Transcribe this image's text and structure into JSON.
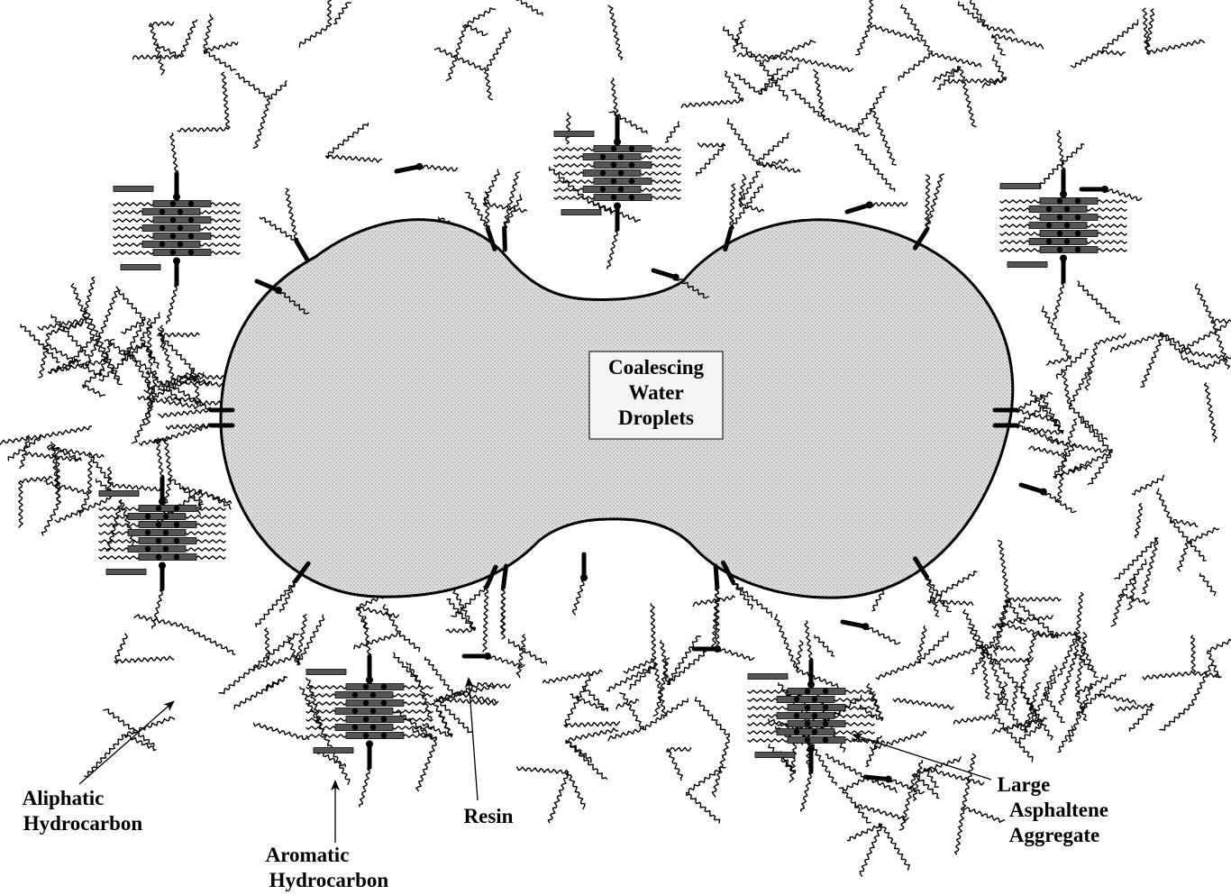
{
  "center_label": {
    "line1": "Coalescing",
    "line2": "Water",
    "line3": "Droplets"
  },
  "labels": {
    "aliphatic": {
      "line1": "Aliphatic",
      "line2": "Hydrocarbon"
    },
    "aromatic": {
      "line1": "Aromatic",
      "line2": "Hydrocarbon"
    },
    "resin": {
      "line1": "Resin"
    },
    "asphaltene": {
      "line1": "Large",
      "line2": "Asphaltene",
      "line3": "Aggregate"
    }
  }
}
